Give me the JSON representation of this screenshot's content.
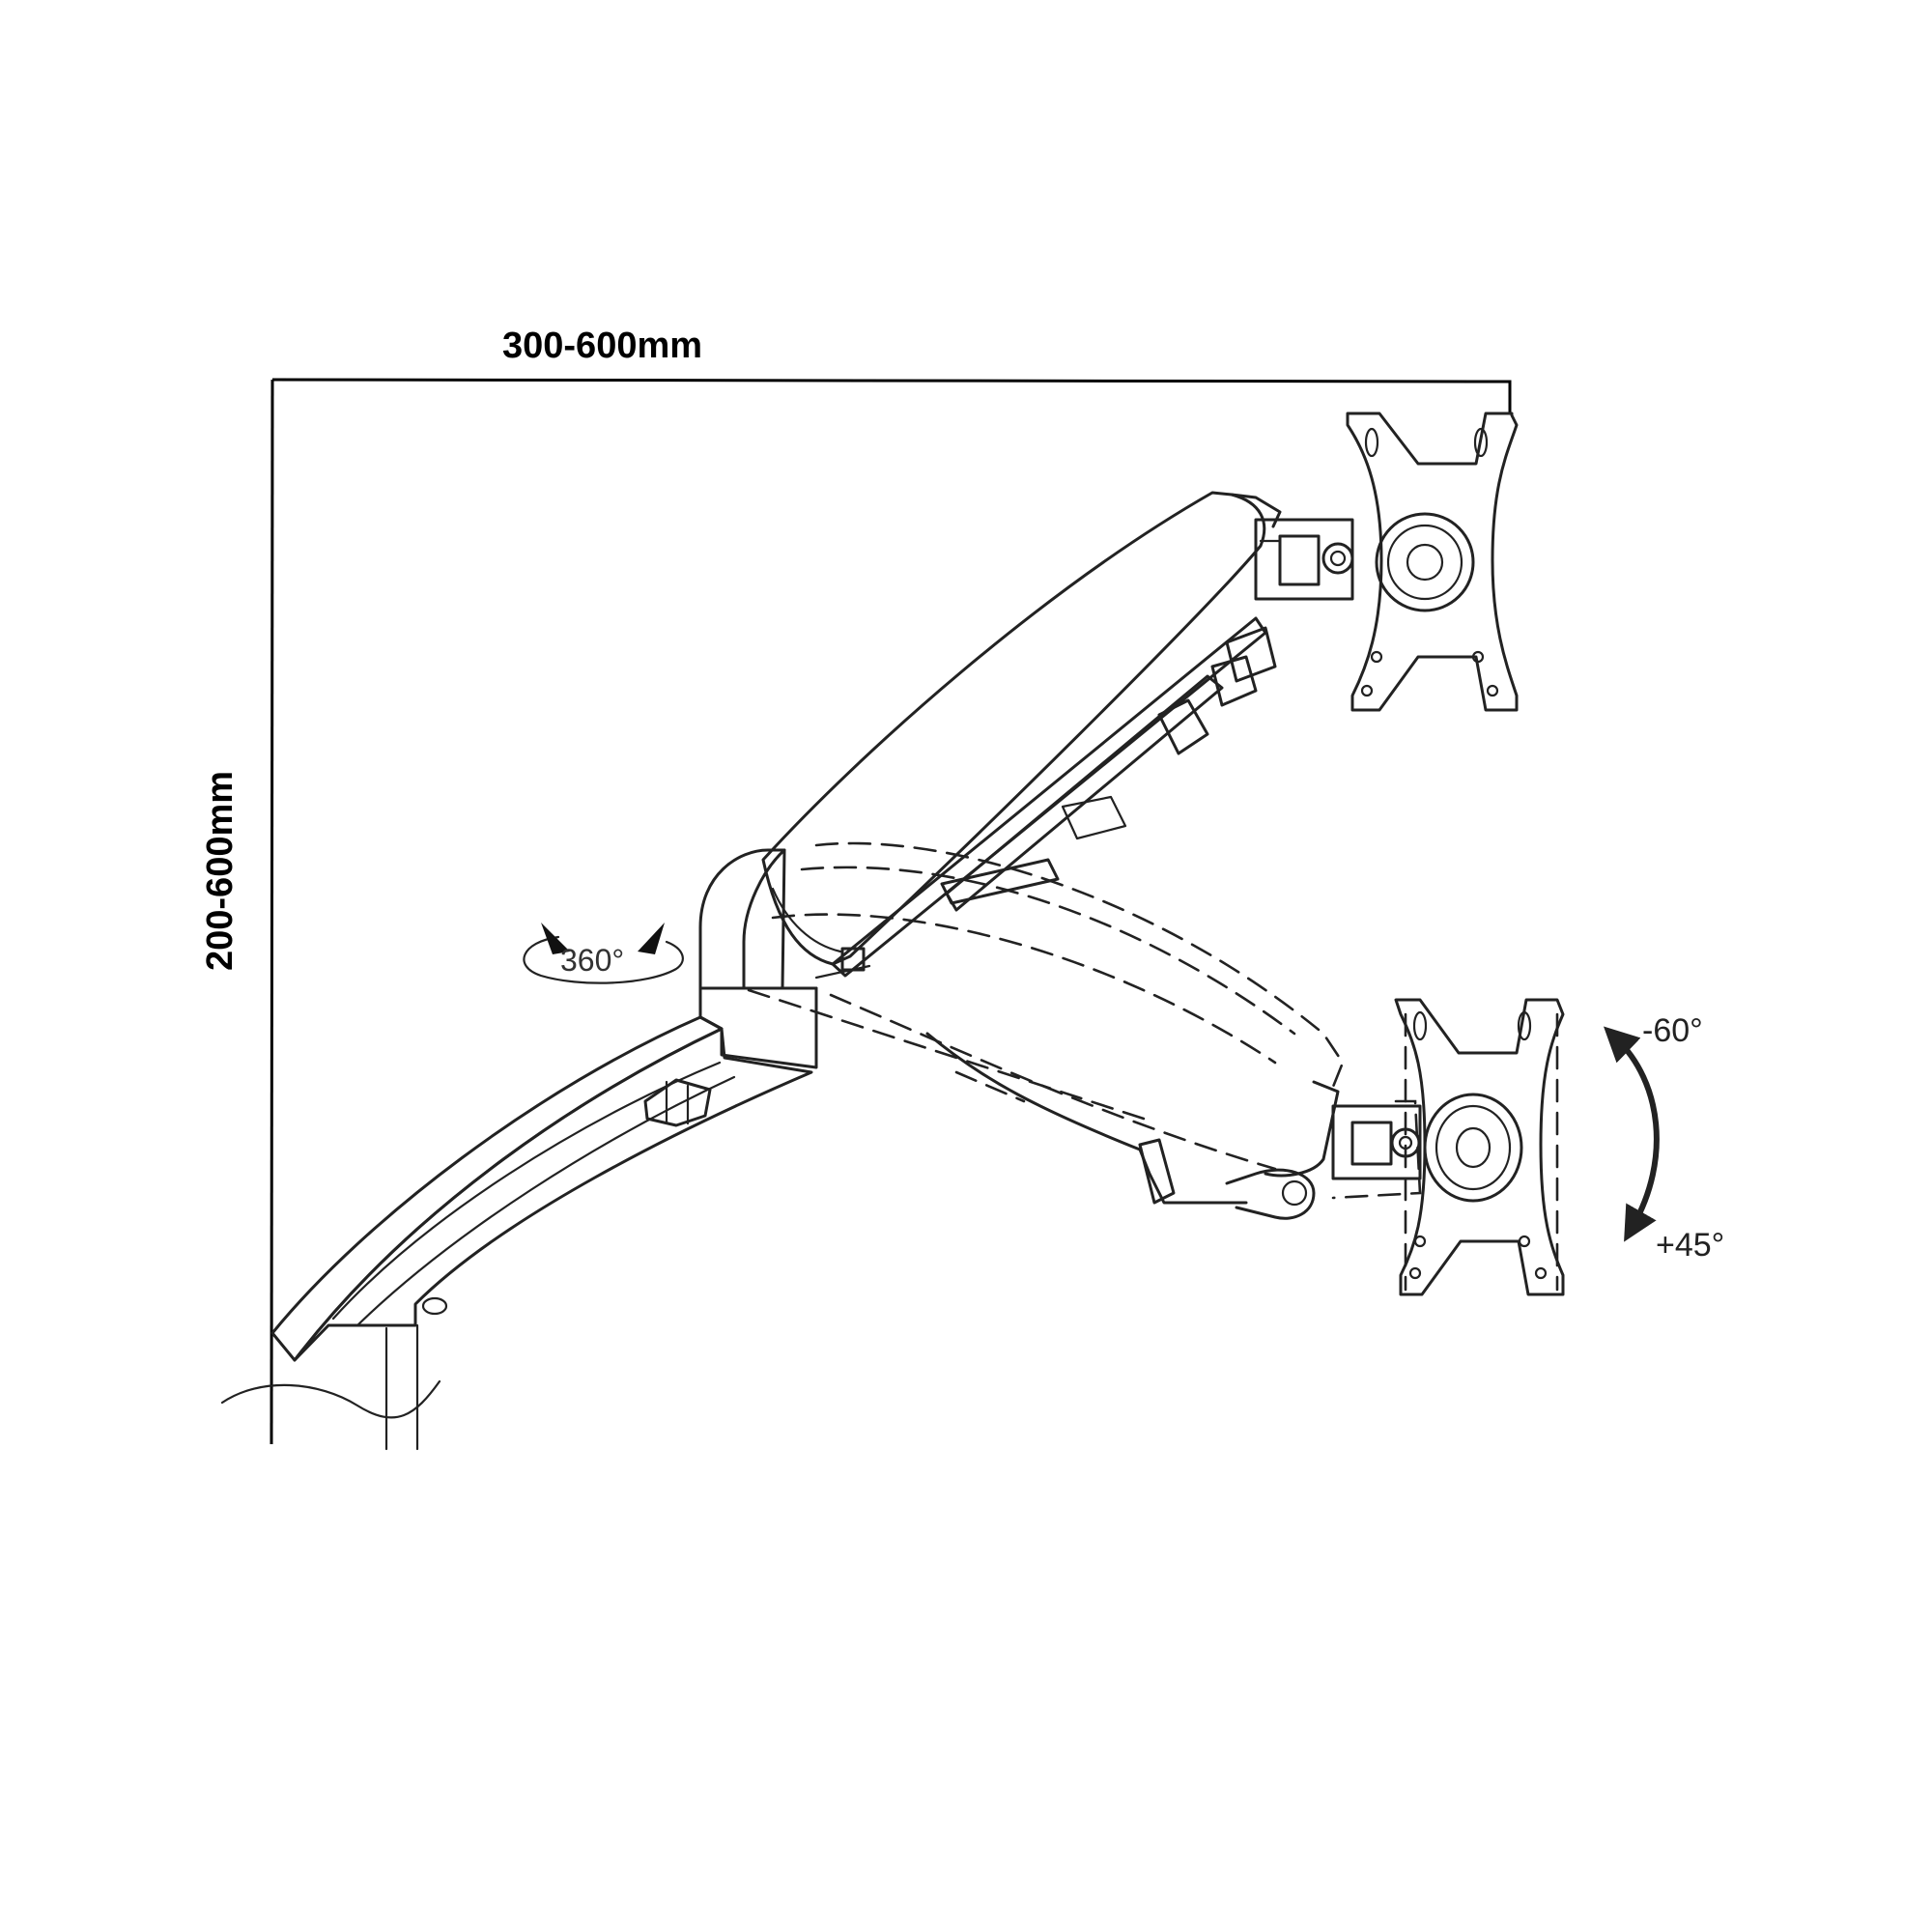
{
  "dimensions": {
    "width_label": "300-600mm",
    "height_label": "200-600mm"
  },
  "rotation": {
    "swivel_label": "360°"
  },
  "tilt": {
    "up_label": "-60°",
    "down_label": "+45°"
  }
}
